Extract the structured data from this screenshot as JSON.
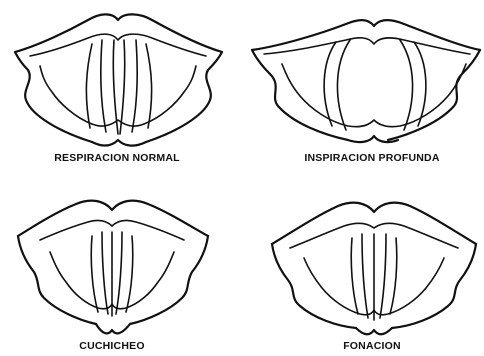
{
  "panels": [
    {
      "label": "RESPIRACION NORMAL"
    },
    {
      "label": "INSPIRACION PROFUNDA"
    },
    {
      "label": "CUCHICHEO"
    },
    {
      "label": "FONACION"
    }
  ]
}
